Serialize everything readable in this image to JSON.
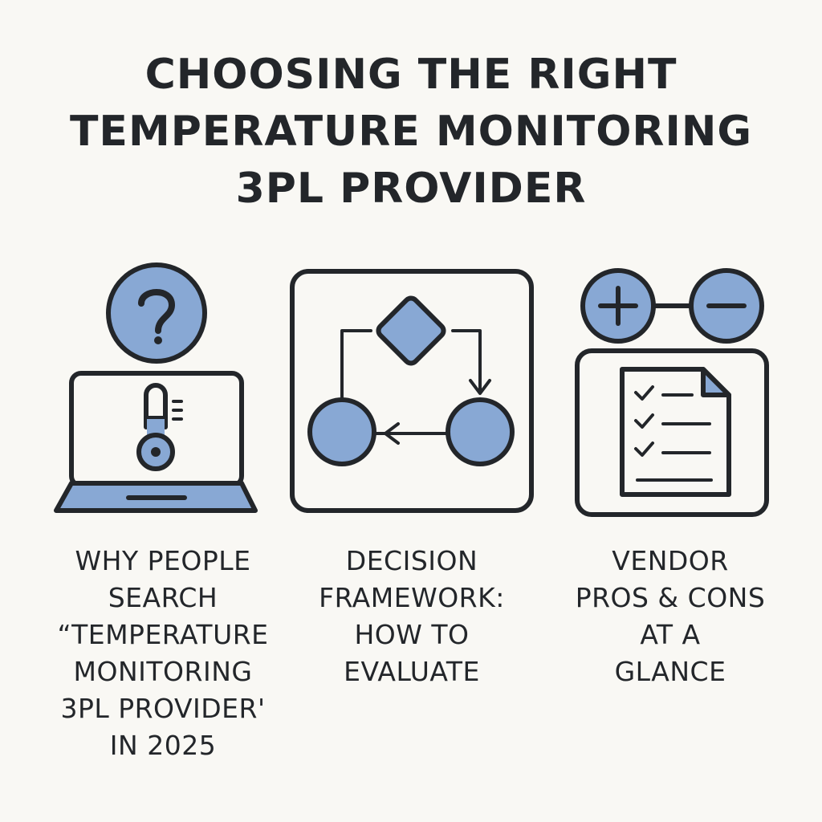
{
  "title": {
    "line1": "CHOOSING THE RIGHT",
    "line2": "TEMPERATURE MONITORING",
    "line3": "3PL PROVIDER"
  },
  "colors": {
    "background": "#f9f8f4",
    "ink": "#23262a",
    "accent": "#88a8d4"
  },
  "panels": [
    {
      "icon": "laptop-thermometer-question-icon",
      "caption": [
        "WHY PEOPLE",
        "SEARCH",
        "“TEMPERATURE",
        "MONITORING",
        "3PL PROVIDER'",
        "IN 2025"
      ]
    },
    {
      "icon": "flowchart-icon",
      "caption": [
        "DECISION",
        "FRAMEWORK:",
        "HOW TO",
        "EVALUATE"
      ]
    },
    {
      "icon": "checklist-pros-cons-icon",
      "caption": [
        "VENDOR",
        "PROS & CONS",
        "AT A",
        "GLANCE"
      ]
    }
  ]
}
